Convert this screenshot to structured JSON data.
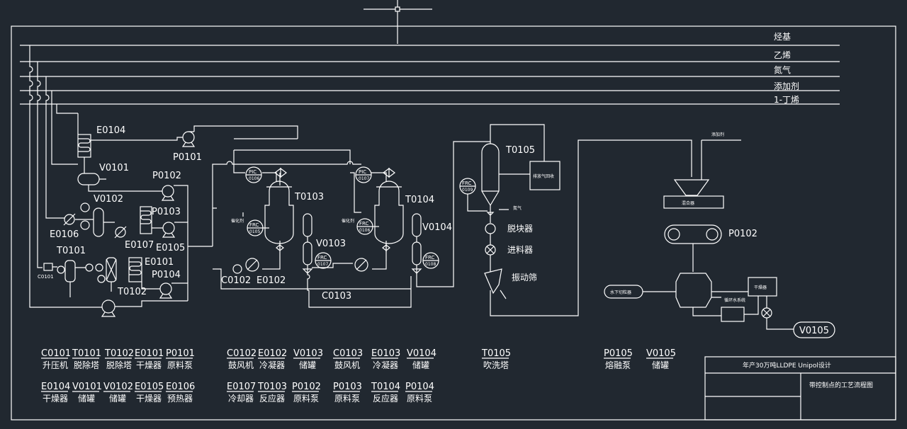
{
  "streams": [
    "烃基",
    "乙烯",
    "氮气",
    "添加剂",
    "1-丁烯"
  ],
  "equipment": {
    "E0104": "E0104",
    "P0101": "P0101",
    "V0101": "V0101",
    "V0102": "V0102",
    "P0102": "P0102",
    "P0103": "P0103",
    "E0106": "E0106",
    "E0107": "E0107",
    "E0105": "E0105",
    "T0101": "T0101",
    "E0101": "E0101",
    "P0104": "P0104",
    "T0102": "T0102",
    "C0101": "C0101",
    "T0103": "T0103",
    "V0103": "V0103",
    "C0102": "C0102",
    "E0102": "E0102",
    "C0103": "C0103",
    "T0104": "T0104",
    "V0104": "V0104",
    "T0105": "T0105",
    "P0102b": "P0102",
    "V0105": "V0105"
  },
  "instruments": {
    "pic1_a": "PIC",
    "pic1_b": "0106",
    "pic2_a": "PIC",
    "pic2_b": "0107",
    "frc1_a": "FRC",
    "frc1_b": "0105",
    "frc2_a": "FRC",
    "frc2_b": "0106",
    "frc3_a": "FRC",
    "frc3_b": "0107",
    "frc4_a": "FRC",
    "frc4_b": "0108",
    "frc5_a": "FRC",
    "frc5_b": "0109"
  },
  "small_labels": {
    "catalyst1": "催化剂",
    "catalyst2": "催化剂",
    "nitrogen": "氮气",
    "exhaust": "排放气回收",
    "additive": "添加剂",
    "mixer": "混合器",
    "water_under": "水下切粒器",
    "dryer": "干燥器",
    "recycle_water": "循环水系统"
  },
  "process_labels": {
    "deblock": "脱块器",
    "feeder": "进料器",
    "screen": "振动筛"
  },
  "legend": [
    [
      {
        "code": "C0101",
        "name": "升压机"
      },
      {
        "code": "T0101",
        "name": "脱除塔"
      },
      {
        "code": "T0102",
        "name": "脱除塔"
      },
      {
        "code": "E0101",
        "name": "干燥器"
      },
      {
        "code": "P0101",
        "name": "原料泵"
      },
      {
        "code": "C0102",
        "name": "鼓风机"
      },
      {
        "code": "E0102",
        "name": "冷凝器"
      },
      {
        "code": "V0103",
        "name": "储罐"
      },
      {
        "code": "C0103",
        "name": "鼓风机"
      },
      {
        "code": "E0103",
        "name": "冷凝器"
      },
      {
        "code": "V0104",
        "name": "储罐"
      },
      {
        "code": "T0105",
        "name": "吹洗塔"
      },
      {
        "code": "P0105",
        "name": "熔融泵"
      },
      {
        "code": "V0105",
        "name": "储罐"
      }
    ],
    [
      {
        "code": "E0104",
        "name": "干燥器"
      },
      {
        "code": "V0101",
        "name": "储罐"
      },
      {
        "code": "V0102",
        "name": "储罐"
      },
      {
        "code": "E0105",
        "name": "干燥器"
      },
      {
        "code": "E0106",
        "name": "预热器"
      },
      {
        "code": "E0107",
        "name": "冷却器"
      },
      {
        "code": "T0103",
        "name": "反应器"
      },
      {
        "code": "P0102",
        "name": "原料泵"
      },
      {
        "code": "P0103",
        "name": "原料泵"
      },
      {
        "code": "T0104",
        "name": "反应器"
      },
      {
        "code": "P0104",
        "name": "原料泵"
      }
    ]
  ],
  "title_block": {
    "project": "年产30万吨LLDPE Unipol设计",
    "drawing": "带控制点的工艺流程图"
  }
}
